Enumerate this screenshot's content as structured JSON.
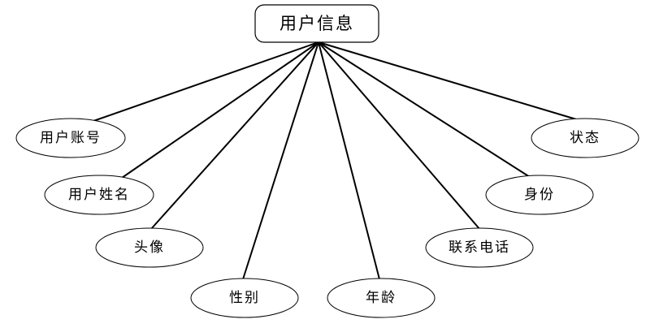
{
  "diagram": {
    "root": "用户信息",
    "attributes": [
      "用户账号",
      "用户姓名",
      "头像",
      "性别",
      "年龄",
      "联系电话",
      "身份",
      "状态"
    ]
  }
}
